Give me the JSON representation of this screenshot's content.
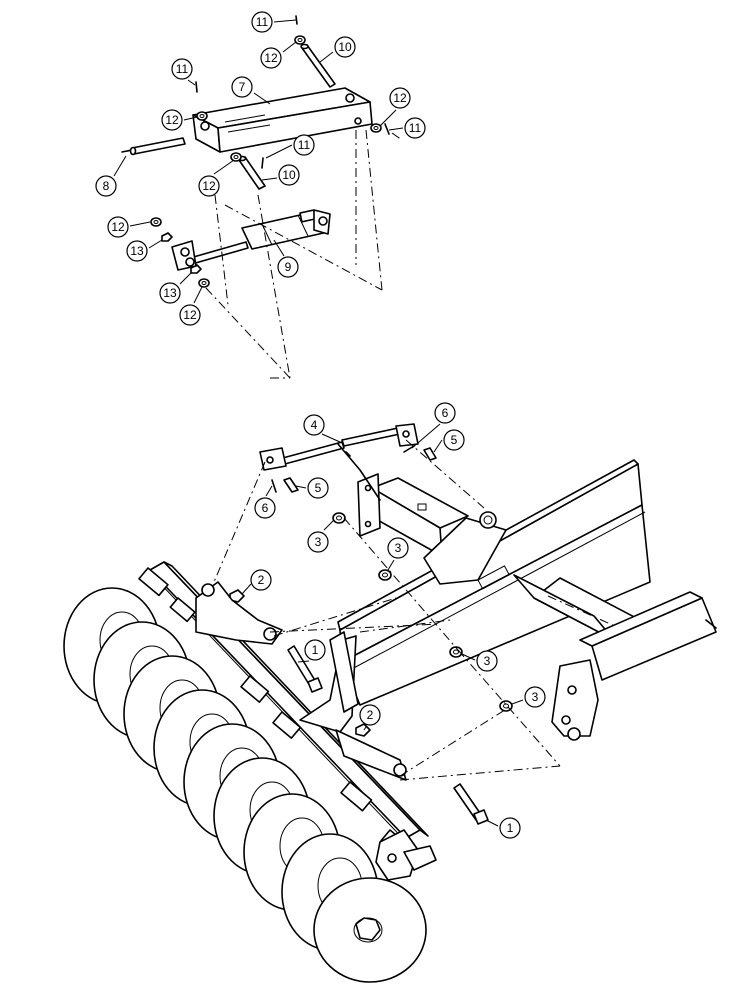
{
  "callouts": [
    {
      "id": "c11a",
      "label": "11"
    },
    {
      "id": "c12a",
      "label": "12"
    },
    {
      "id": "c10a",
      "label": "10"
    },
    {
      "id": "c11b",
      "label": "11"
    },
    {
      "id": "c7",
      "label": "7"
    },
    {
      "id": "c12b",
      "label": "12"
    },
    {
      "id": "c12c",
      "label": "12"
    },
    {
      "id": "c11c",
      "label": "11"
    },
    {
      "id": "c11d",
      "label": "11"
    },
    {
      "id": "c10b",
      "label": "10"
    },
    {
      "id": "c12d",
      "label": "12"
    },
    {
      "id": "c8",
      "label": "8"
    },
    {
      "id": "c12e",
      "label": "12"
    },
    {
      "id": "c13a",
      "label": "13"
    },
    {
      "id": "c9",
      "label": "9"
    },
    {
      "id": "c13b",
      "label": "13"
    },
    {
      "id": "c12f",
      "label": "12"
    },
    {
      "id": "c4",
      "label": "4"
    },
    {
      "id": "c6a",
      "label": "6"
    },
    {
      "id": "c5a",
      "label": "5"
    },
    {
      "id": "c5b",
      "label": "5"
    },
    {
      "id": "c6b",
      "label": "6"
    },
    {
      "id": "c3a",
      "label": "3"
    },
    {
      "id": "c3b",
      "label": "3"
    },
    {
      "id": "c2a",
      "label": "2"
    },
    {
      "id": "c1a",
      "label": "1"
    },
    {
      "id": "c3c",
      "label": "3"
    },
    {
      "id": "c3d",
      "label": "3"
    },
    {
      "id": "c2b",
      "label": "2"
    },
    {
      "id": "c1b",
      "label": "1"
    }
  ]
}
